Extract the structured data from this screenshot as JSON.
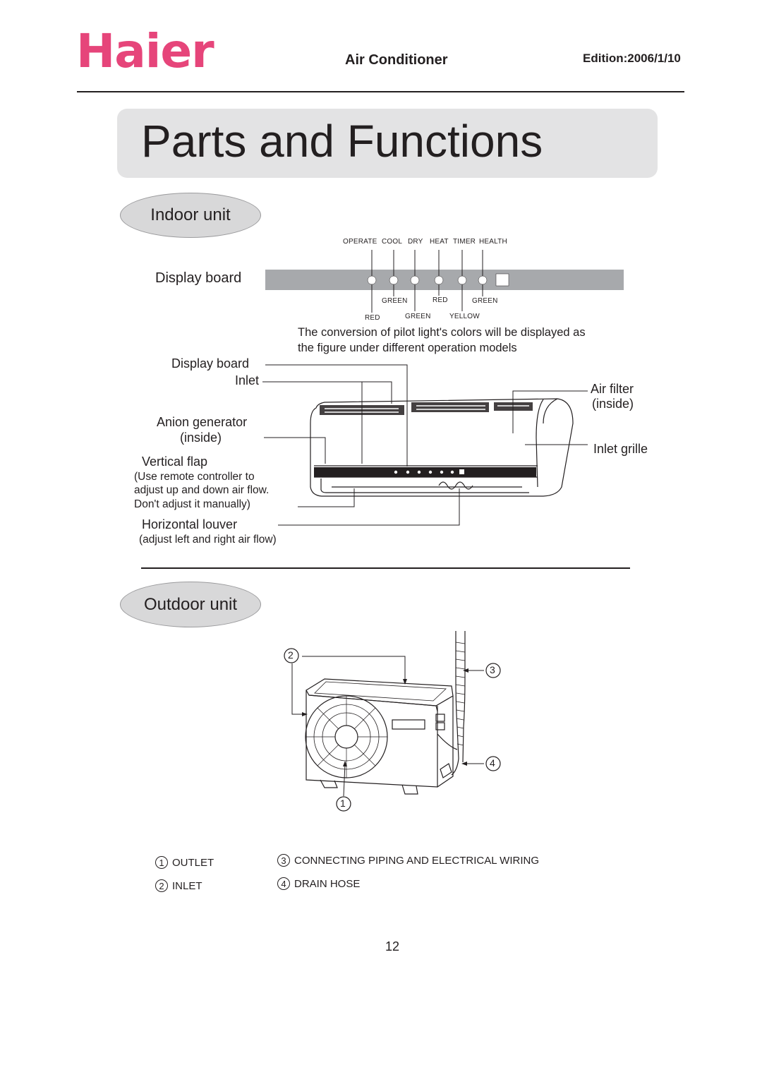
{
  "header": {
    "brand": "Haier",
    "product": "Air Conditioner",
    "edition": "Edition:2006/1/10"
  },
  "page_title": "Parts and Functions",
  "indoor": {
    "heading": "Indoor unit",
    "display_board_label": "Display board",
    "indicator_labels": [
      "OPERATE",
      "COOL",
      "DRY",
      "HEAT",
      "TIMER",
      "HEALTH"
    ],
    "color_row1": [
      "GREEN",
      "RED",
      "GREEN"
    ],
    "color_row2": [
      "RED",
      "GREEN",
      "YELLOW"
    ],
    "conversion_note_line1": "The conversion of pilot light's colors will be displayed as",
    "conversion_note_line2": "the figure under different operation models",
    "parts": {
      "display_board": "Display board",
      "inlet": "Inlet",
      "anion_generator": "Anion generator",
      "anion_inside": "(inside)",
      "vertical_flap": "Vertical flap",
      "vertical_flap_note1": "(Use remote controller to",
      "vertical_flap_note2": "adjust up and down air flow.",
      "vertical_flap_note3": "Don't adjust it manually)",
      "horizontal_louver": "Horizontal louver",
      "horizontal_louver_note": "(adjust left and right air flow)",
      "air_filter": "Air filter",
      "air_filter_inside": "(inside)",
      "inlet_grille": "Inlet grille"
    }
  },
  "outdoor": {
    "heading": "Outdoor unit",
    "callouts": [
      "1",
      "2",
      "3",
      "4"
    ],
    "legend": [
      {
        "num": "1",
        "text": "OUTLET"
      },
      {
        "num": "2",
        "text": "INLET"
      },
      {
        "num": "3",
        "text": "CONNECTING PIPING AND ELECTRICAL WIRING"
      },
      {
        "num": "4",
        "text": "DRAIN HOSE"
      }
    ]
  },
  "page_number": "12",
  "colors": {
    "brand": "#e6457a",
    "panel_gray": "#e3e3e4",
    "bar_gray": "#a7a9ac"
  }
}
